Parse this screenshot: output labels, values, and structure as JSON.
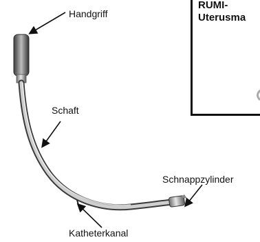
{
  "labels": {
    "handle": "Handgriff",
    "shaft": "Schaft",
    "snap_cylinder": "Schnappzylinder",
    "catheter_channel": "Katheterkanal"
  },
  "inset": {
    "title_line1": "RUMI-",
    "title_line2": "Uterusma"
  }
}
